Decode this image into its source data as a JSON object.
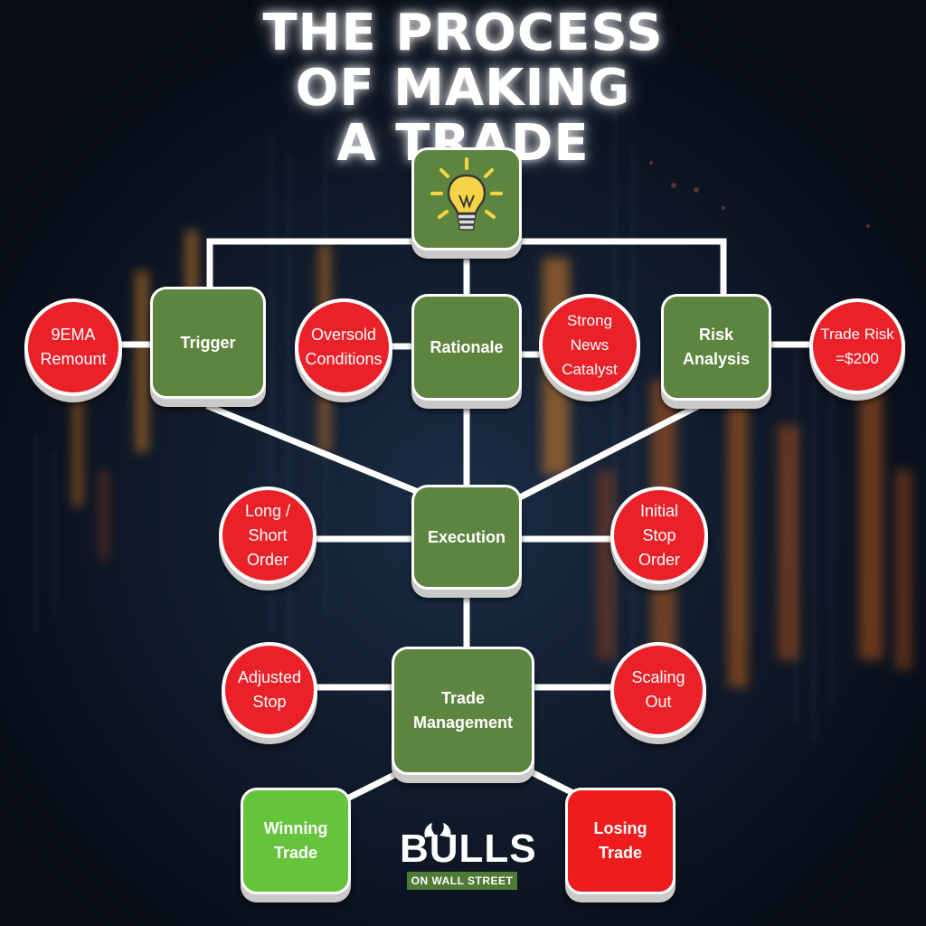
{
  "title": {
    "line1": "THE PROCESS",
    "line2": "OF MAKING",
    "line3": "A TRADE"
  },
  "icon": "lightbulb-icon",
  "nodes": {
    "trigger": "Trigger",
    "rationale": "Rationale",
    "risk_analysis": "Risk\nAnalysis",
    "execution": "Execution",
    "trade_management": "Trade\nManagement",
    "winning_trade": "Winning\nTrade",
    "losing_trade": "Losing\nTrade"
  },
  "circles": {
    "ema_remount": "9EMA\nRemount",
    "oversold": "Oversold\nConditions",
    "news": "Strong News\nCatalyst",
    "trade_risk": "Trade Risk\n=$200",
    "long_short": "Long /\nShort\nOrder",
    "initial_stop": "Initial\nStop\nOrder",
    "adjusted_stop": "Adjusted\nStop",
    "scaling_out": "Scaling\nOut"
  },
  "logo": {
    "main": "BULLS",
    "sub": "ON WALL STREET"
  },
  "colors": {
    "node_green": "#5e8540",
    "circle_red": "#ea2128",
    "win_green": "#66c43c",
    "lose_red": "#ee1c1c",
    "bulb_yellow": "#f5d547"
  }
}
